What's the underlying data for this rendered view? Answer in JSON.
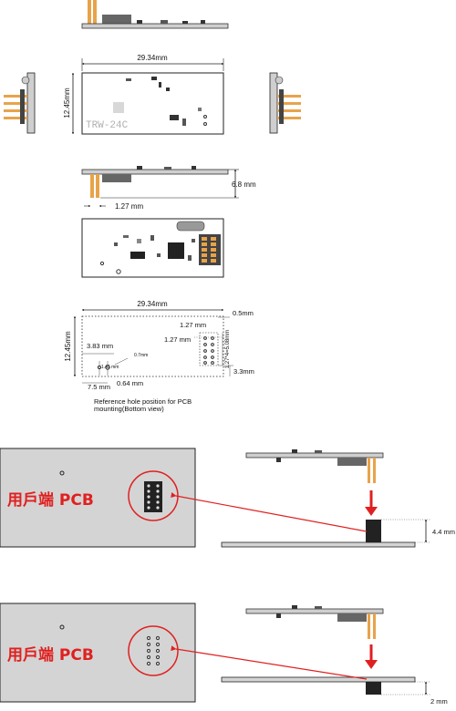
{
  "module_label": "TRW-24C",
  "dims": {
    "width": "29.34mm",
    "height": "12.45mm",
    "depth": "6.8 mm",
    "pitch": "1.27 mm",
    "bottom_width": "29.34mm",
    "bottom_height": "12.45mm",
    "pad": "0.5mm",
    "pitch_h": "1.27 mm",
    "pitch_v": "1.27 mm",
    "pin_span": "1.27*4=5.08mm",
    "offset_x": "3.83 mm",
    "offset_small": "1.41 mm",
    "hole_dia": "0.7mm",
    "left_edge": "7.5 mm",
    "hole_pos": "0.64 mm",
    "right_edge": "3.3mm"
  },
  "notes": {
    "hole_line1": "Reference hole position for PCB",
    "hole_line2": "mounting(Bottom view)"
  },
  "user_pcb_label": "用戶端 PCB",
  "gap_dims": {
    "gap_top": "4.4 mm",
    "gap_bottom": "2 mm"
  },
  "colors": {
    "red": "#e02020",
    "pcb_gray": "#d4d4d4",
    "pin": "#e8a34a"
  }
}
